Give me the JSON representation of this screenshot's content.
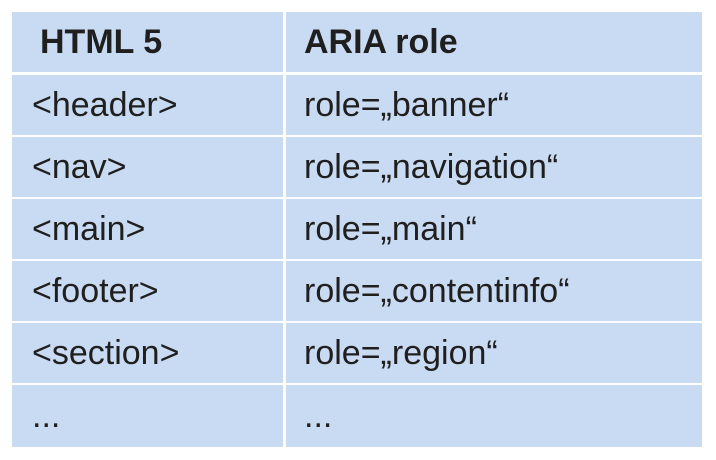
{
  "table": {
    "headers": [
      "HTML 5",
      "ARIA role"
    ],
    "rows": [
      [
        "<header>",
        "role=„banner“"
      ],
      [
        "<nav>",
        "role=„navigation“"
      ],
      [
        "<main>",
        "role=„main“"
      ],
      [
        "<footer>",
        "role=„contentinfo“"
      ],
      [
        "<section>",
        "role=„region“"
      ],
      [
        "...",
        "..."
      ]
    ]
  },
  "colors": {
    "cell_background": "#c9dbf2",
    "grid_lines": "#ffffff",
    "text": "#1f1f1f"
  }
}
